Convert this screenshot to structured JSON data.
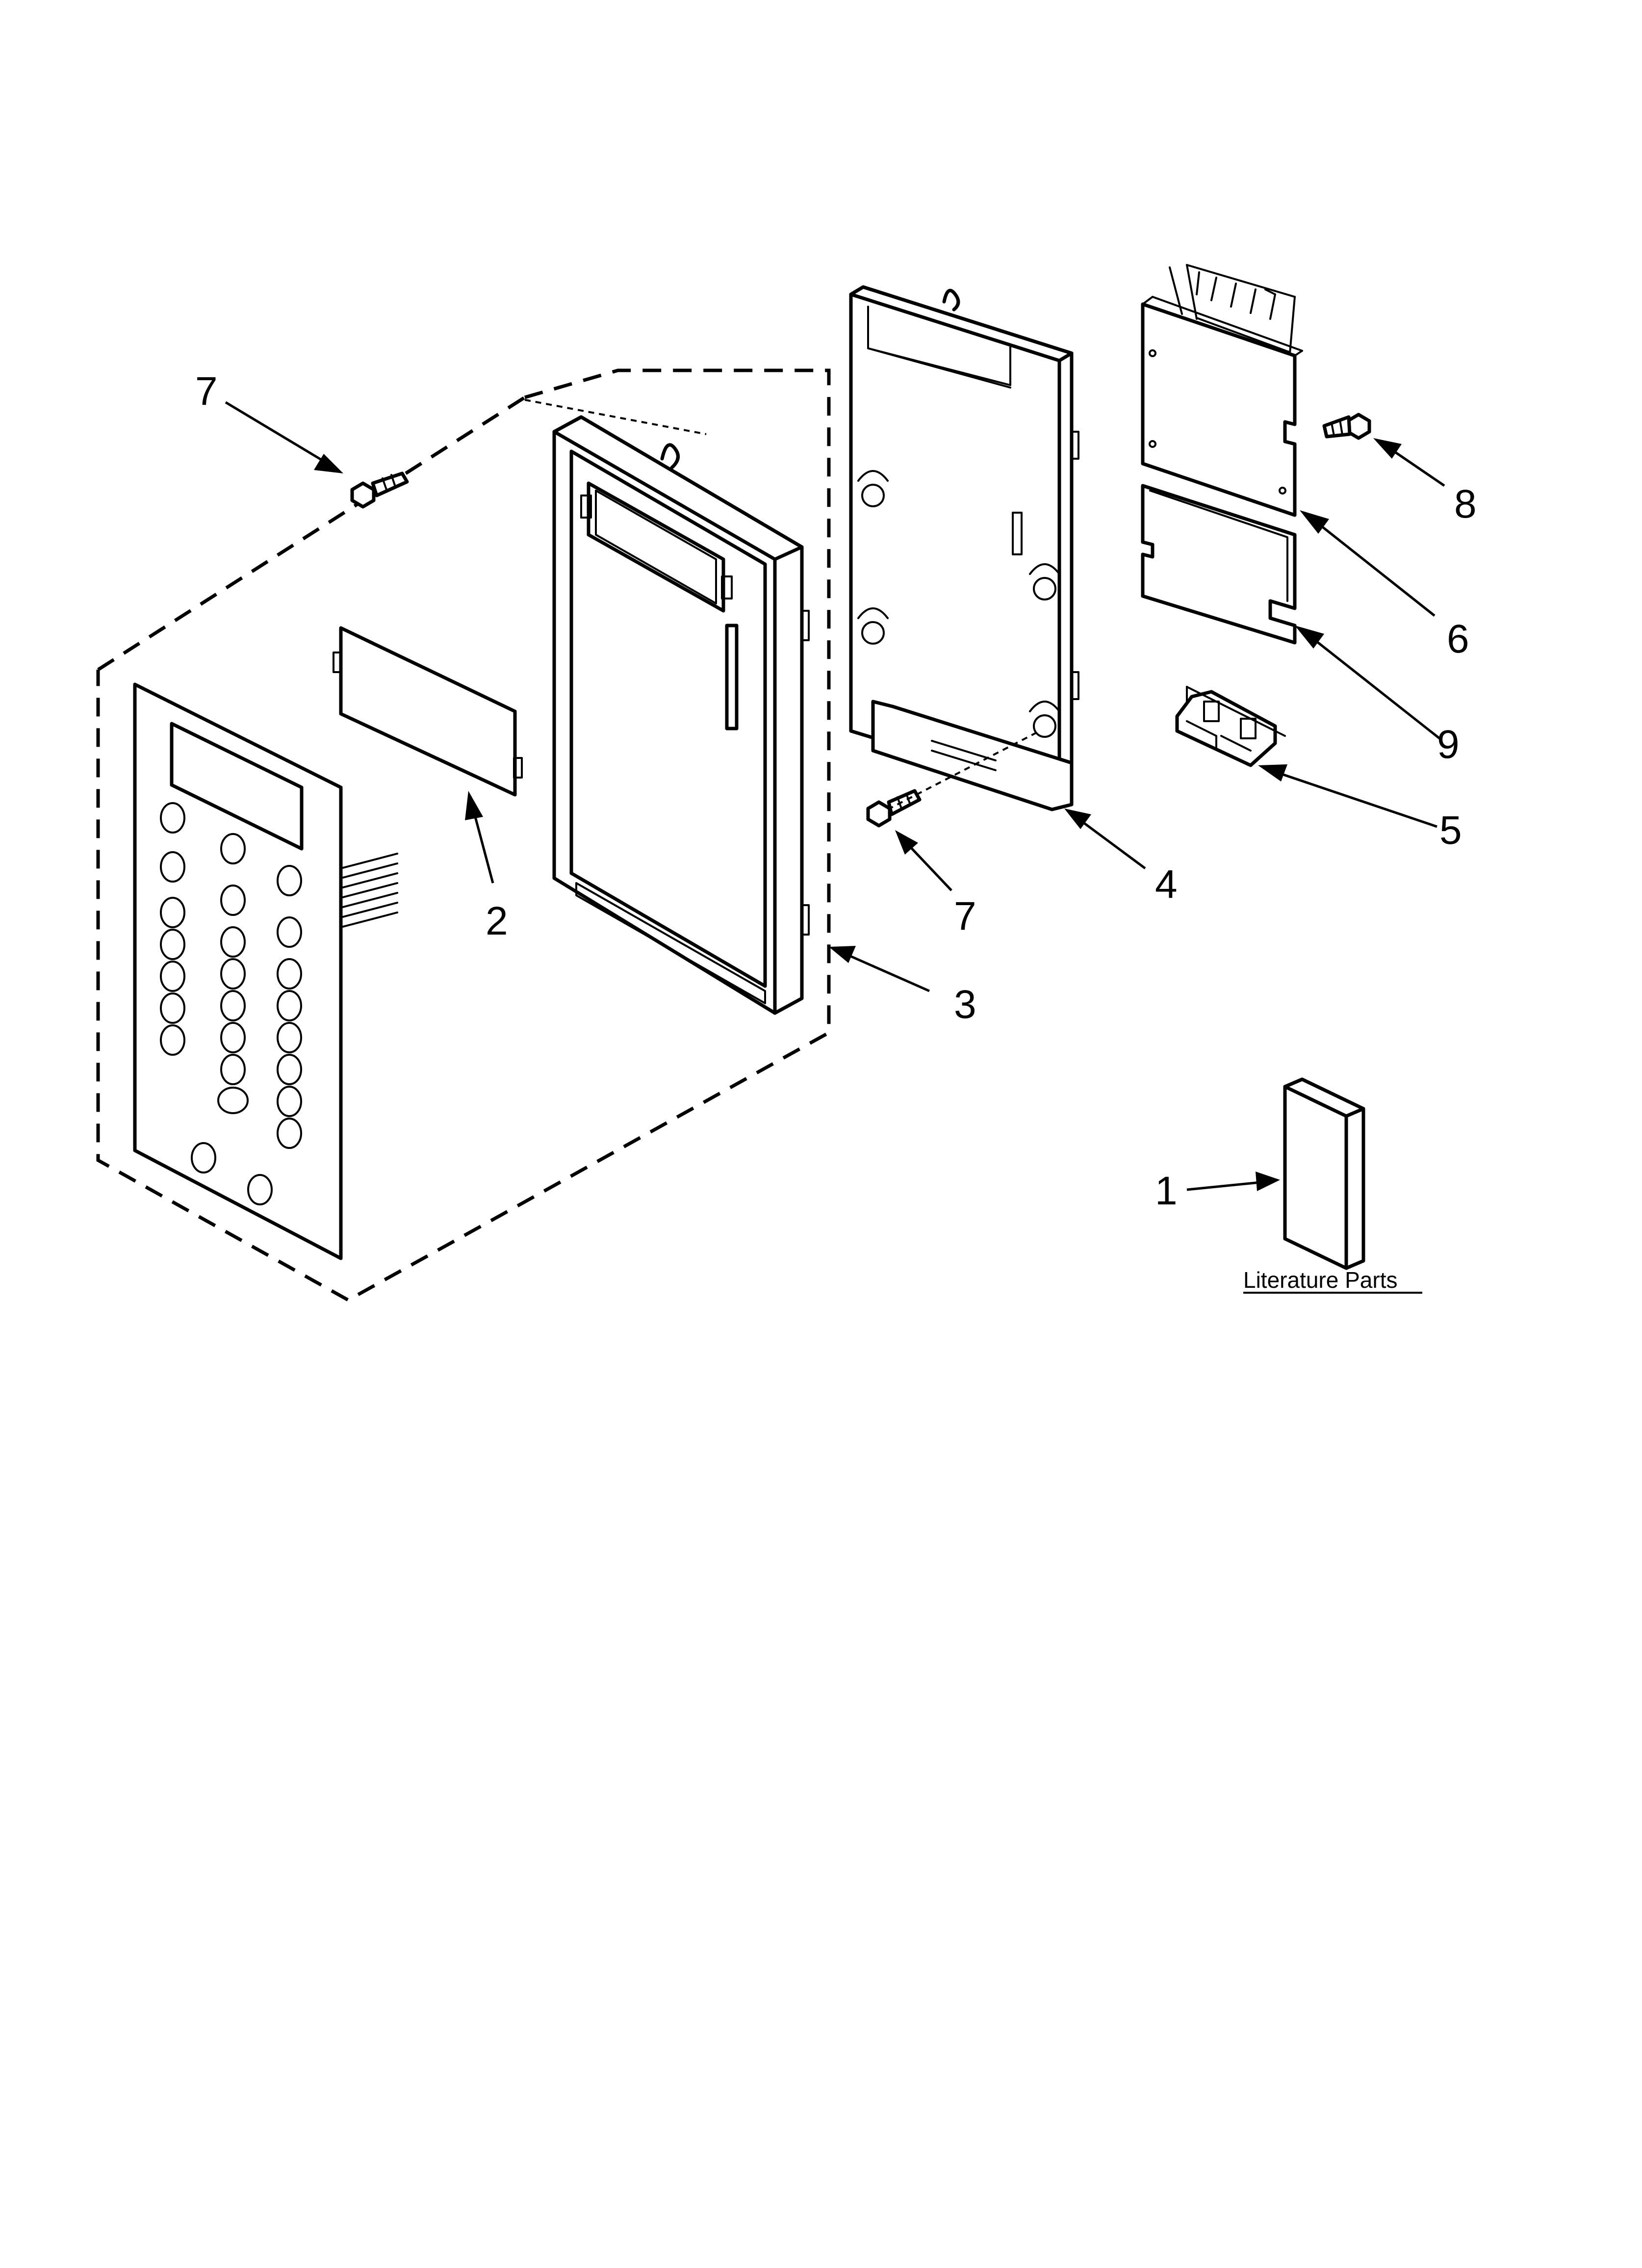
{
  "callouts": {
    "screw_top": "7",
    "overlay_window": "2",
    "control_panel_assembly": "3",
    "control_housing": "4",
    "bracket": "5",
    "control_board": "6",
    "screw_lower": "7",
    "screw_board": "8",
    "insulator": "9",
    "literature": "1"
  },
  "captions": {
    "literature_parts": "Literature Parts"
  },
  "colors": {
    "line": "#000000",
    "background": "#ffffff"
  }
}
